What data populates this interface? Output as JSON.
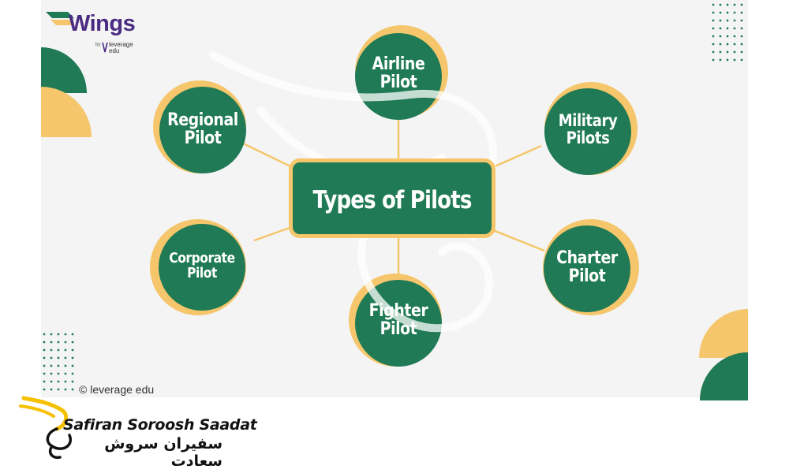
{
  "logo": {
    "name": "Wings",
    "by": "by",
    "sub_line1": "leverage",
    "sub_line2": "edu"
  },
  "diagram": {
    "center": "Types of Pilots",
    "nodes": [
      {
        "id": "airline",
        "line1": "Airline",
        "line2": "Pilot"
      },
      {
        "id": "regional",
        "line1": "Regional",
        "line2": "Pilot"
      },
      {
        "id": "military",
        "line1": "Military",
        "line2": "Pilots"
      },
      {
        "id": "corporate",
        "line1": "Corporate",
        "line2": "Pilot"
      },
      {
        "id": "charter",
        "line1": "Charter",
        "line2": "Pilot"
      },
      {
        "id": "fighter",
        "line1": "Fighter",
        "line2": "Pilot"
      }
    ]
  },
  "copyright": "© leverage edu",
  "watermark": {
    "name_en": "Safiran Soroosh Saadat",
    "name_fa": "سفیران سروش سعادت"
  },
  "colors": {
    "green": "#1f7a55",
    "dark_green": "#157a4e",
    "yellow": "#f5c66b",
    "panel": "#f4f4f4",
    "purple": "#4a2c82"
  }
}
